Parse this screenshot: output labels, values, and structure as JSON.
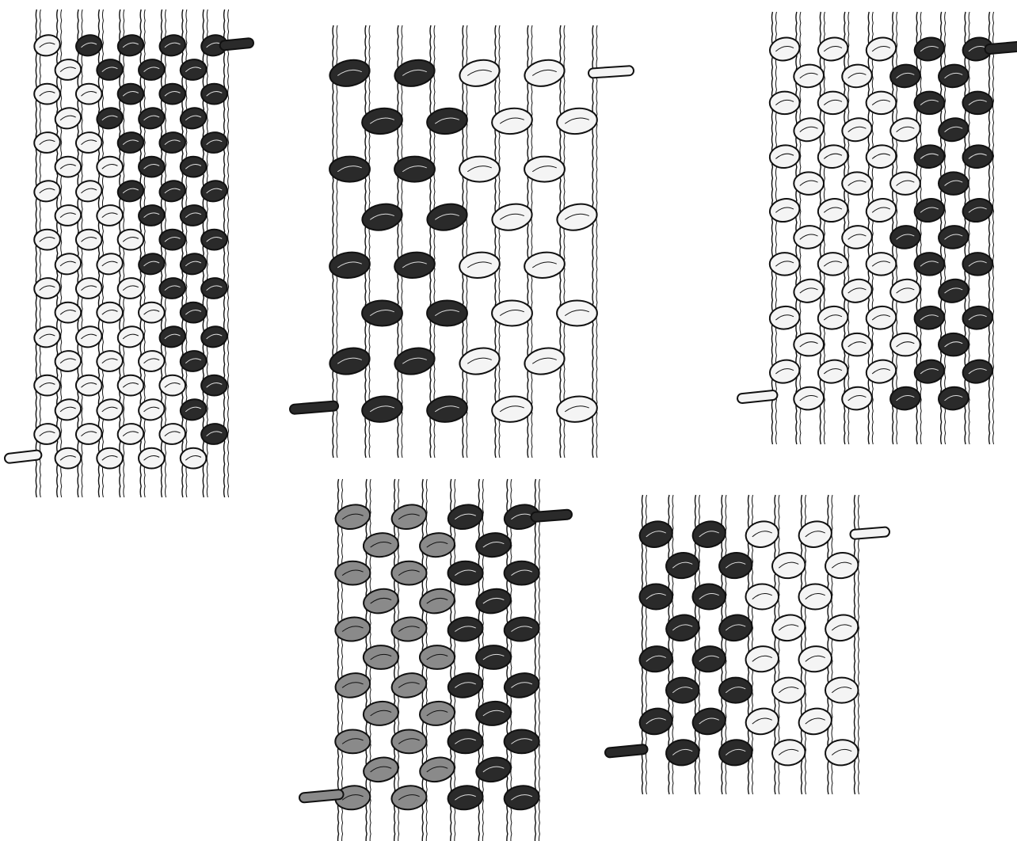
{
  "figure": {
    "description_visible_text": "",
    "panels": [
      {
        "id": "panel-1",
        "technique": "diagonal-interlock",
        "warps": 10,
        "wefts": 18,
        "left_color": "light",
        "right_color": "dark",
        "join": "diagonal"
      },
      {
        "id": "panel-2",
        "technique": "slit-tapestry",
        "warps": 9,
        "wefts": 8,
        "left_color": "dark",
        "right_color": "light",
        "join": "vertical"
      },
      {
        "id": "panel-3",
        "technique": "dovetail-diagonal",
        "warps": 10,
        "wefts": 14,
        "left_color": "light",
        "right_color": "dark",
        "join": "stepped"
      },
      {
        "id": "panel-4",
        "technique": "warp-interlock",
        "warps": 8,
        "wefts": 11,
        "left_color": "mid",
        "right_color": "dark",
        "join": "vertical"
      },
      {
        "id": "panel-5",
        "technique": "weft-interlock",
        "warps": 9,
        "wefts": 8,
        "left_color": "dark",
        "right_color": "light",
        "join": "vertical"
      }
    ],
    "colors": {
      "ink": "#111111",
      "dark_yarn": "#2a2a2a",
      "mid_yarn": "#8a8a8a",
      "light_yarn": "#f4f4f4",
      "background": "#ffffff"
    }
  }
}
